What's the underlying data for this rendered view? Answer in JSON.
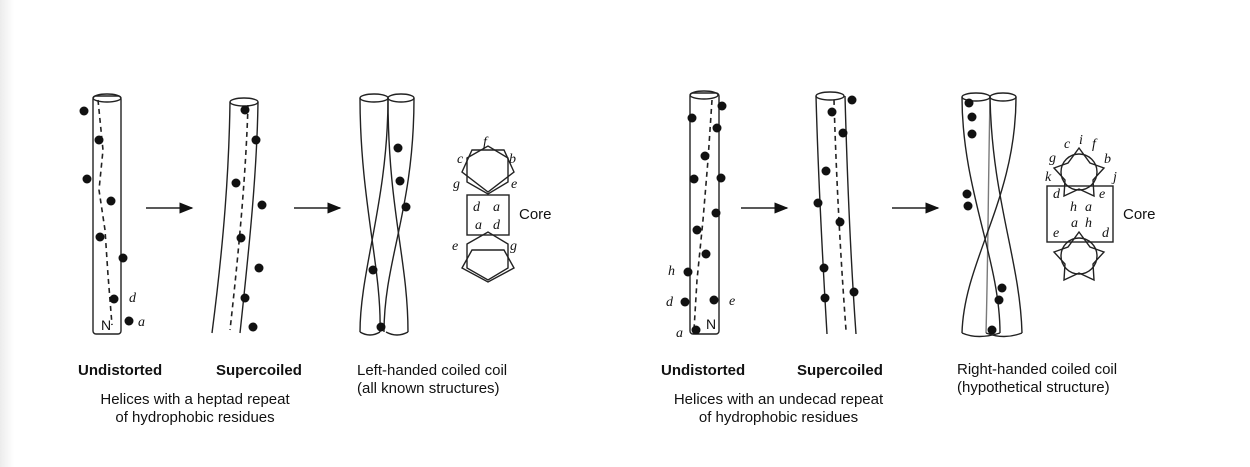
{
  "left": {
    "labels": {
      "undistorted": "Undistorted",
      "supercoiled": "Supercoiled"
    },
    "caption": "Helices with a heptad repeat\nof hydrophobic residues",
    "coil_caption": "Left-handed coiled coil\n(all known structures)",
    "helix_positions": [
      "d",
      "a"
    ],
    "n_terminus": "N",
    "core_label": "Core",
    "wheel_letters": [
      "c",
      "f",
      "b",
      "g",
      "e",
      "d",
      "a",
      "a",
      "d",
      "e",
      "g"
    ]
  },
  "right": {
    "labels": {
      "undistorted": "Undistorted",
      "supercoiled": "Supercoiled"
    },
    "caption": "Helices with an undecad repeat\nof hydrophobic residues",
    "coil_caption": "Right-handed coiled coil\n(hypothetical structure)",
    "helix_positions": [
      "h",
      "d",
      "e",
      "a"
    ],
    "n_terminus": "N",
    "core_label": "Core",
    "wheel_letters": [
      "c",
      "i",
      "f",
      "g",
      "b",
      "k",
      "j",
      "d",
      "e",
      "h",
      "a",
      "e",
      "a",
      "h",
      "d"
    ]
  }
}
